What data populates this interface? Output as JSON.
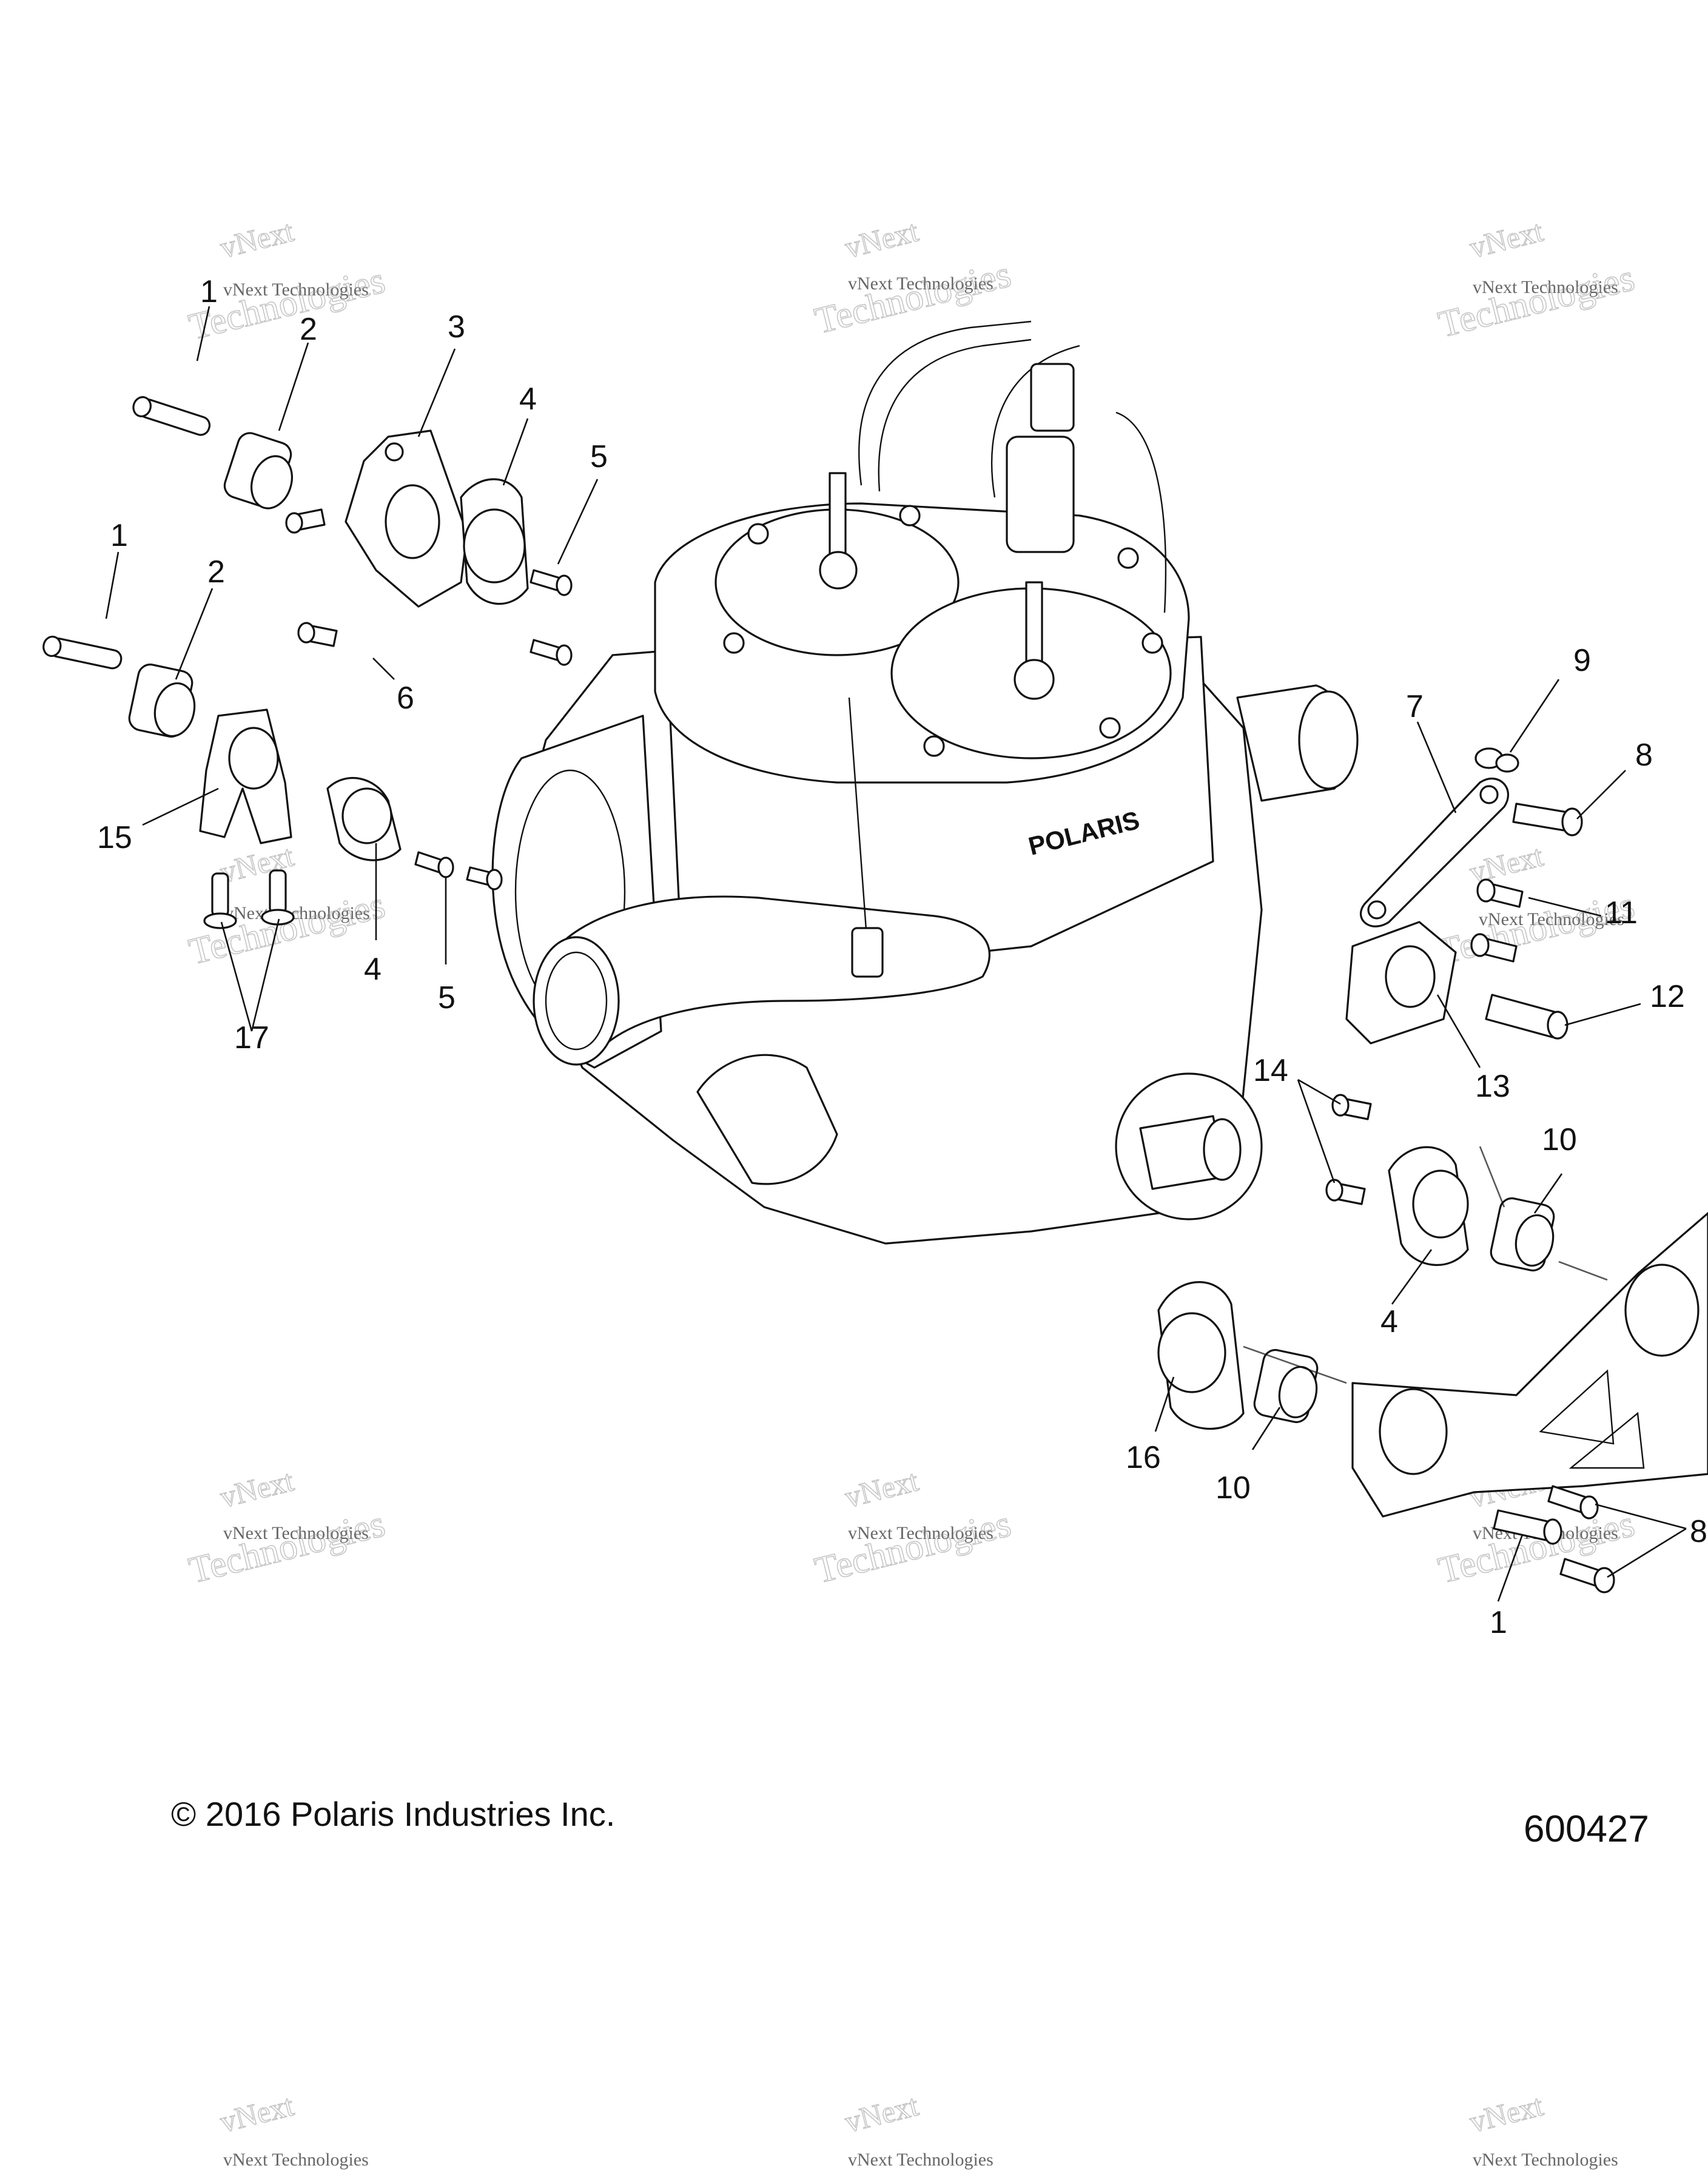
{
  "callouts": [
    {
      "id": "c1a",
      "label": "1"
    },
    {
      "id": "c2a",
      "label": "2"
    },
    {
      "id": "c3",
      "label": "3"
    },
    {
      "id": "c4a",
      "label": "4"
    },
    {
      "id": "c5a",
      "label": "5"
    },
    {
      "id": "c1b",
      "label": "1"
    },
    {
      "id": "c2b",
      "label": "2"
    },
    {
      "id": "c6",
      "label": "6"
    },
    {
      "id": "c15",
      "label": "15"
    },
    {
      "id": "c4b",
      "label": "4"
    },
    {
      "id": "c5b",
      "label": "5"
    },
    {
      "id": "c17",
      "label": "17"
    },
    {
      "id": "c9",
      "label": "9"
    },
    {
      "id": "c7",
      "label": "7"
    },
    {
      "id": "c8a",
      "label": "8"
    },
    {
      "id": "c11",
      "label": "11"
    },
    {
      "id": "c12",
      "label": "12"
    },
    {
      "id": "c13",
      "label": "13"
    },
    {
      "id": "c14",
      "label": "14"
    },
    {
      "id": "c10a",
      "label": "10"
    },
    {
      "id": "c4c",
      "label": "4"
    },
    {
      "id": "c16",
      "label": "16"
    },
    {
      "id": "c10b",
      "label": "10"
    },
    {
      "id": "c8b",
      "label": "8"
    },
    {
      "id": "c1c",
      "label": "1"
    }
  ],
  "watermark": {
    "line0": "vNext",
    "line1": "vNext Technologies",
    "line2": "Technologies"
  },
  "engine_label": "POLARIS",
  "footer": {
    "copyright": "© 2016 Polaris Industries Inc.",
    "figure_number": "600427"
  },
  "colors": {
    "ink": "#111111",
    "watermark": "#999999",
    "background": "#ffffff"
  }
}
